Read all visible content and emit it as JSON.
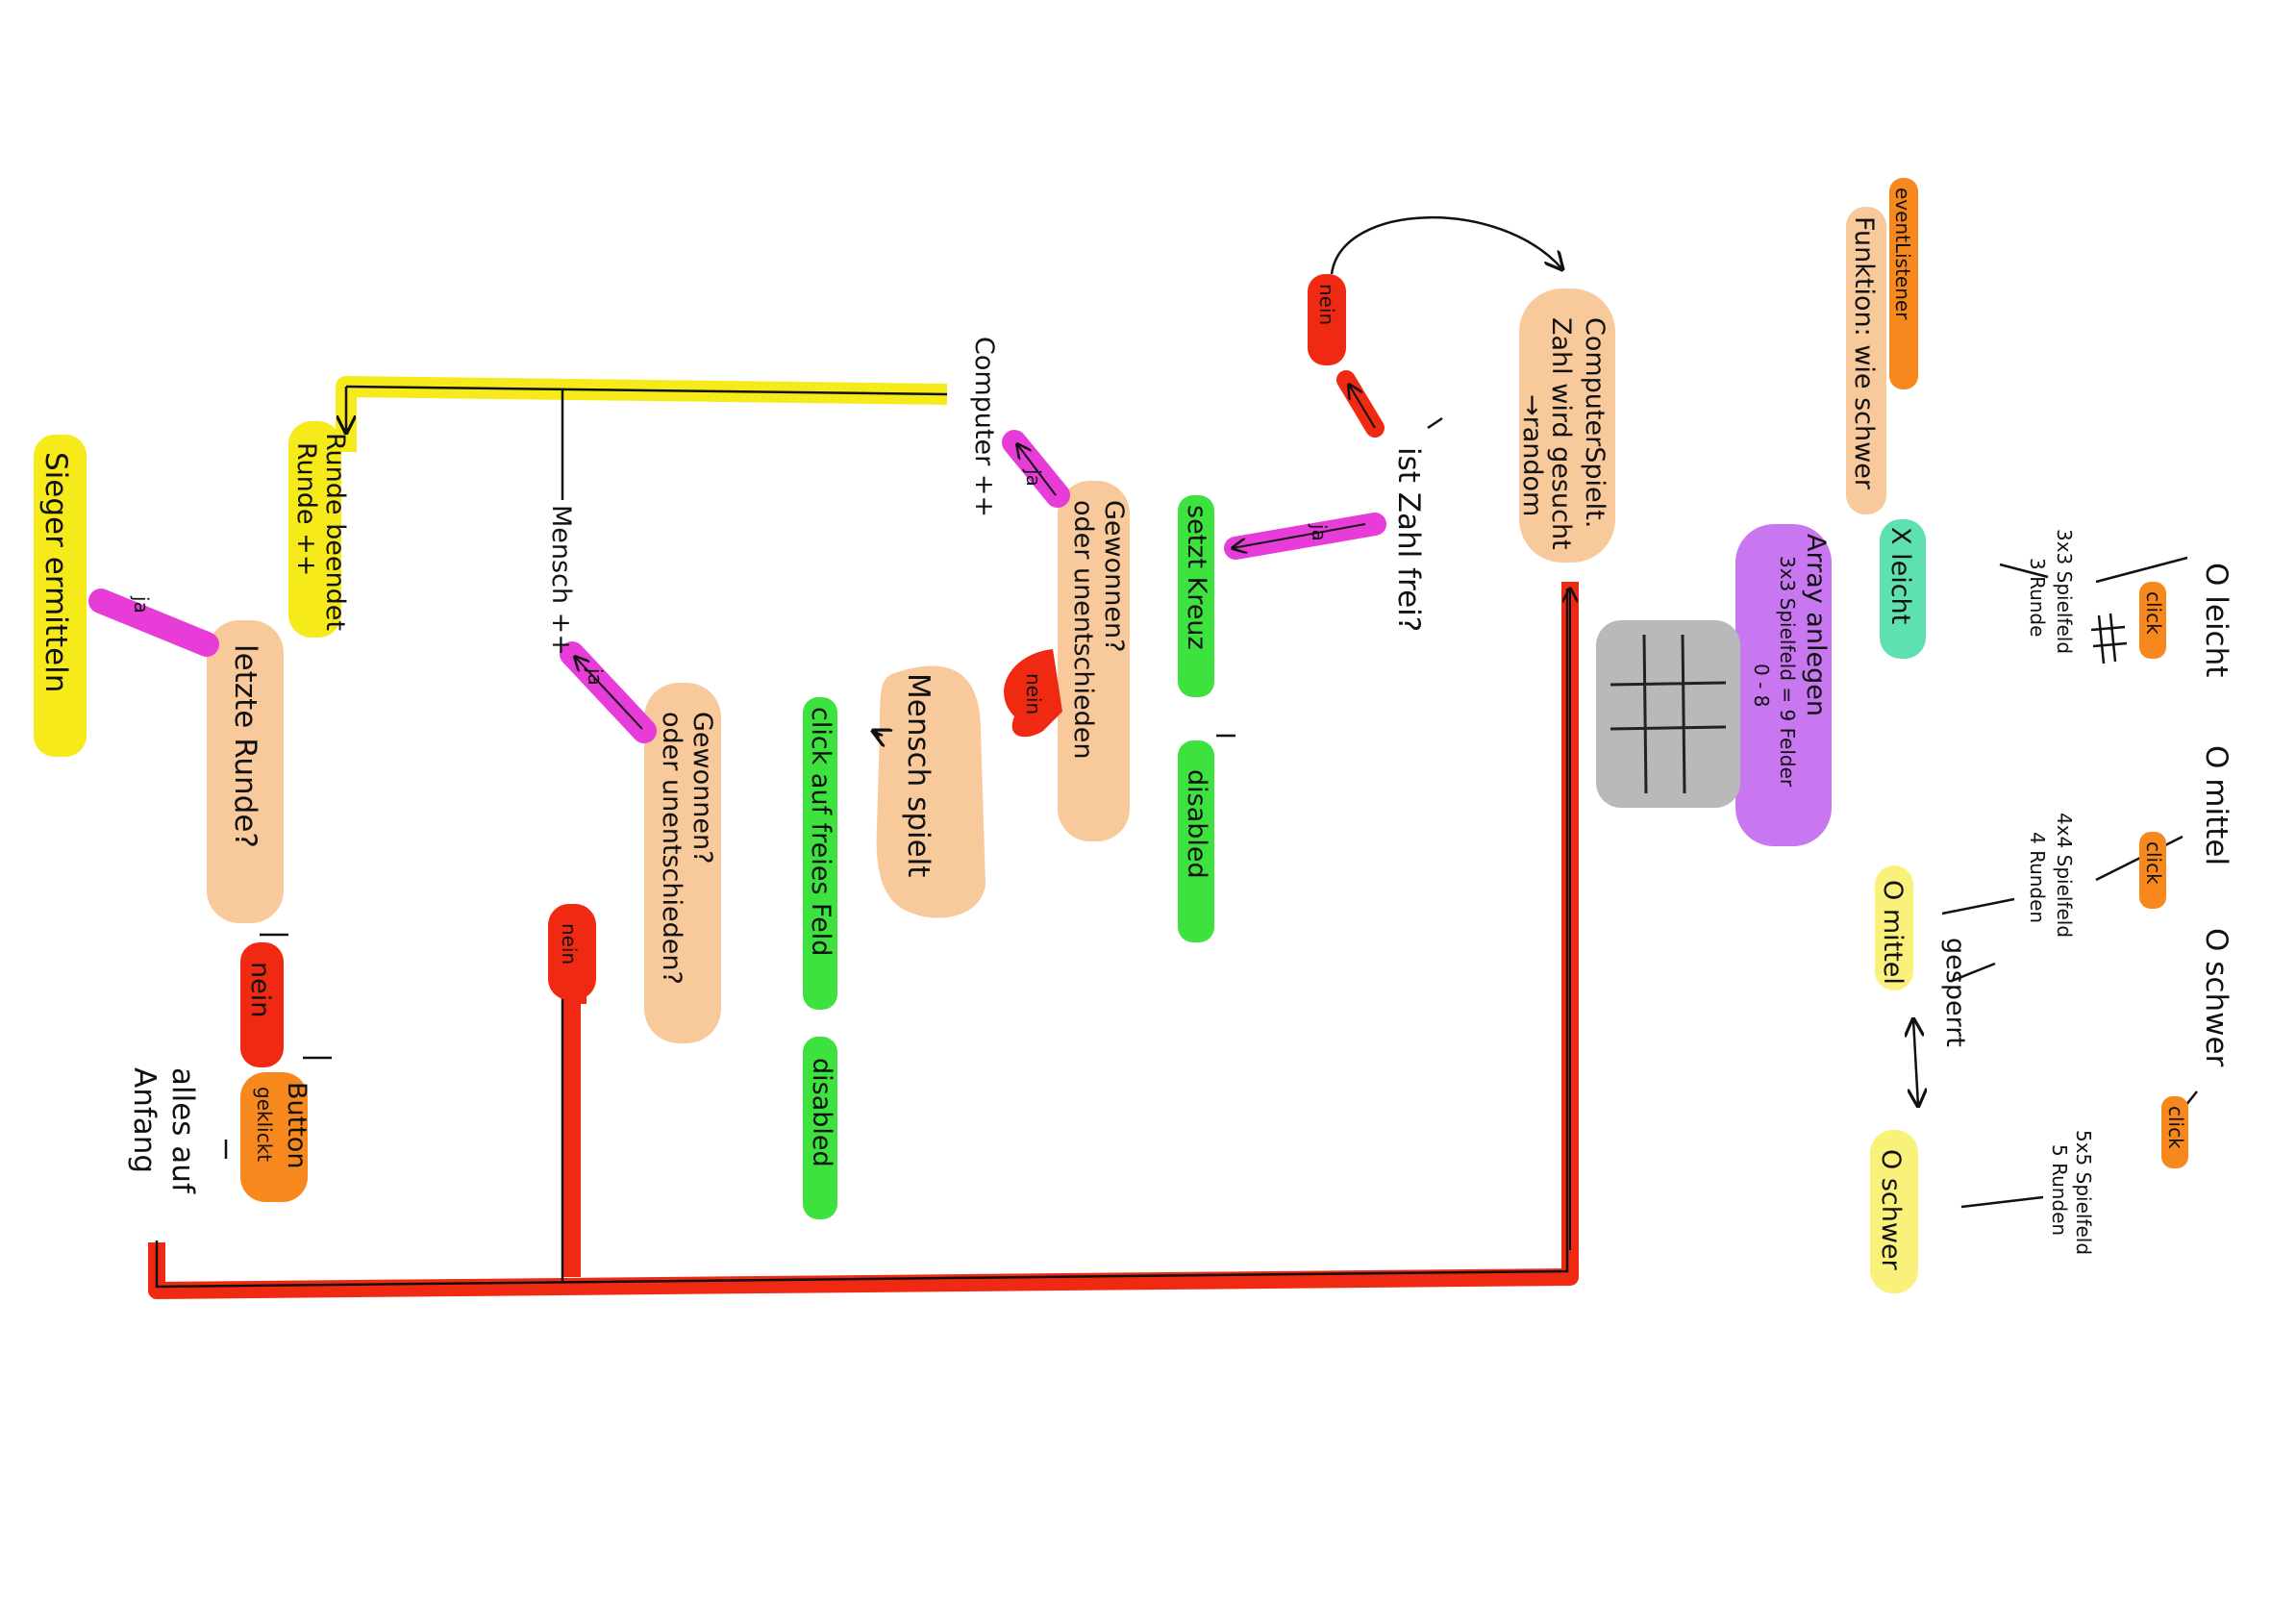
{
  "colors": {
    "orange": "#f7881e",
    "peach": "#f8c99b",
    "mint": "#5fe0b0",
    "purple": "#c877f0",
    "magenta": "#e83cd8",
    "green": "#3ee23e",
    "red": "#f02a12",
    "yellow": "#f7ea1b",
    "pale_yellow": "#faf17a",
    "grid_gray": "#b9b9b9",
    "ink": "#111111"
  },
  "nodes": {
    "eventlistener": "eventListener",
    "funktion": "Funktion: wie schwer",
    "leicht_opt": "O leicht",
    "mittel_opt": "O mittel",
    "schwer_opt": "O schwer",
    "click_1": "click",
    "click_2": "click",
    "click_3": "click",
    "spielfeld_3": "3x3 Spielfeld",
    "runde_3": "3 Runde",
    "spielfeld_4": "4x4 Spielfeld",
    "runden_4": "4 Runden",
    "spielfeld_5": "5x5 Spielfeld",
    "runden_5": "5 Runden",
    "x_leicht": "X leicht",
    "mittel_locked": "O mittel",
    "schwer_locked": "O schwer",
    "gesperrt": "gesperrt",
    "array_1": "Array anlegen",
    "array_2": "3x3 Spielfeld = 9 Felder",
    "array_3": "0 - 8",
    "computer_spielt": "ComputerSpielt.",
    "zahl_gesucht": "Zahl wird gesucht",
    "random": "→random",
    "zahl_frei": "ist Zahl frei?",
    "nein_1": "nein",
    "ja_1": "ja",
    "setzt_kreuz": "setzt Kreuz",
    "disabled_1": "disabled",
    "gewonnen_1a": "Gewonnen?",
    "gewonnen_1b": "oder unentschieden",
    "nein_2": "nein",
    "ja_2": "ja",
    "computer_pp": "Computer ++",
    "mensch_spielt": "Mensch spielt",
    "click_frei": "click auf freies Feld",
    "disabled_2": "disabled",
    "gewonnen_2a": "Gewonnen?",
    "gewonnen_2b": "oder unentschieden?",
    "ja_3": "ja",
    "nein_3": "nein",
    "mensch_pp": "Mensch ++",
    "runde_beendet_a": "Runde beendet",
    "runde_beendet_b": "Runde ++",
    "letzte_runde": "letzte Runde?",
    "ja_4": "ja",
    "sieger": "Sieger ermitteln",
    "nein_4": "nein",
    "button_a": "Button",
    "button_b": "geklickt",
    "anfang_a": "alles auf",
    "anfang_b": "Anfang"
  }
}
